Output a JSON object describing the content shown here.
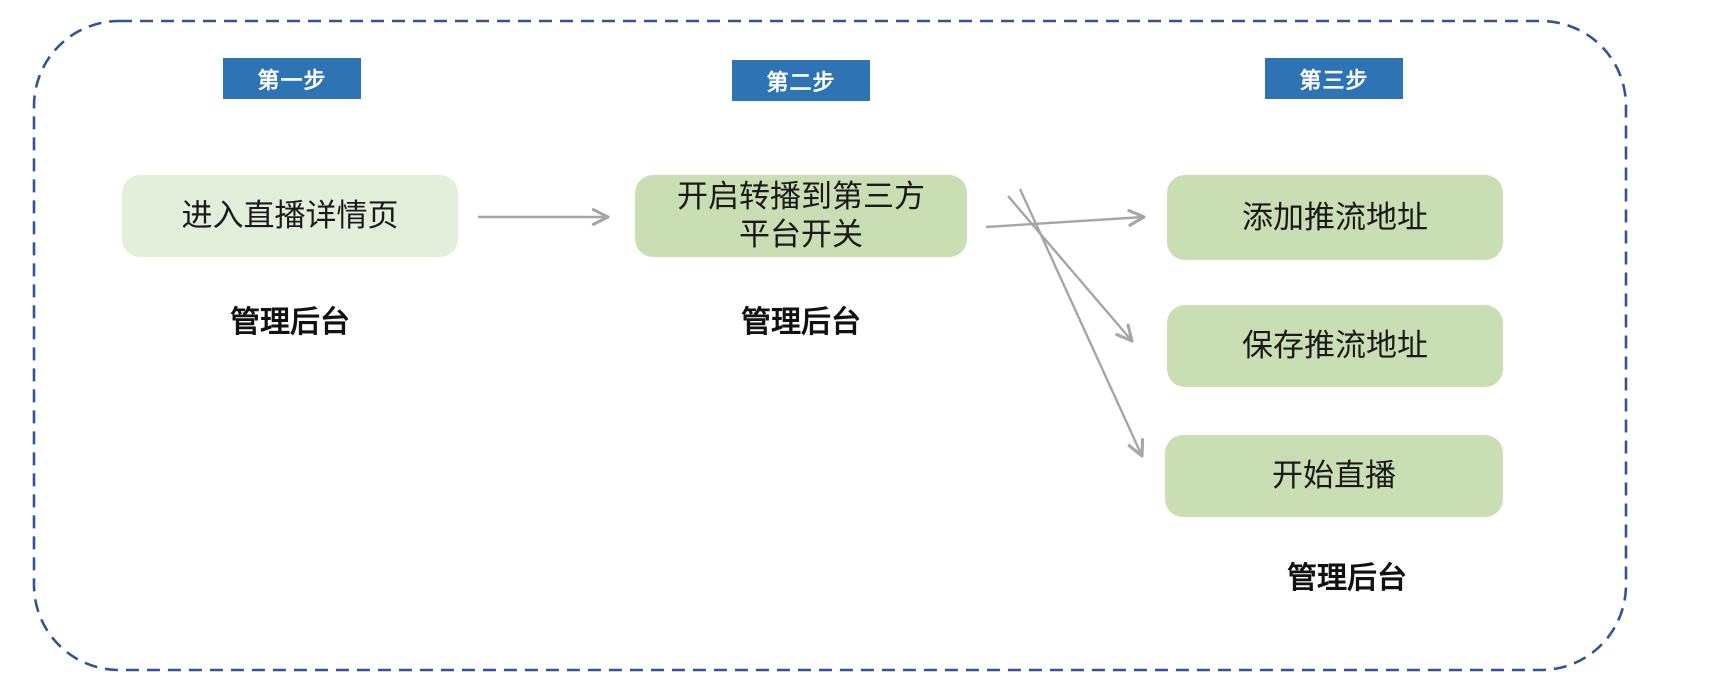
{
  "diagram": {
    "steps": {
      "step1": {
        "badge": "第一步",
        "caption": "管理后台"
      },
      "step2": {
        "badge": "第二步",
        "caption": "管理后台"
      },
      "step3": {
        "badge": "第三步",
        "caption": "管理后台"
      }
    },
    "boxes": {
      "box1": "进入直播详情页",
      "box2_line1": "开启转播到第三方",
      "box2_line2": "平台开关",
      "box3": "添加推流地址",
      "box4": "保存推流地址",
      "box5": "开始直播"
    }
  },
  "colors": {
    "badge_bg": "#2E74B5",
    "badge_text": "#ffffff",
    "box_light_green": "#e3efda",
    "box_green": "#cadeb3",
    "box_text": "#1a1a1a",
    "caption_text": "#111111",
    "border_dash": "#2f5597",
    "arrow": "#a6a6a6",
    "background": "#ffffff"
  }
}
